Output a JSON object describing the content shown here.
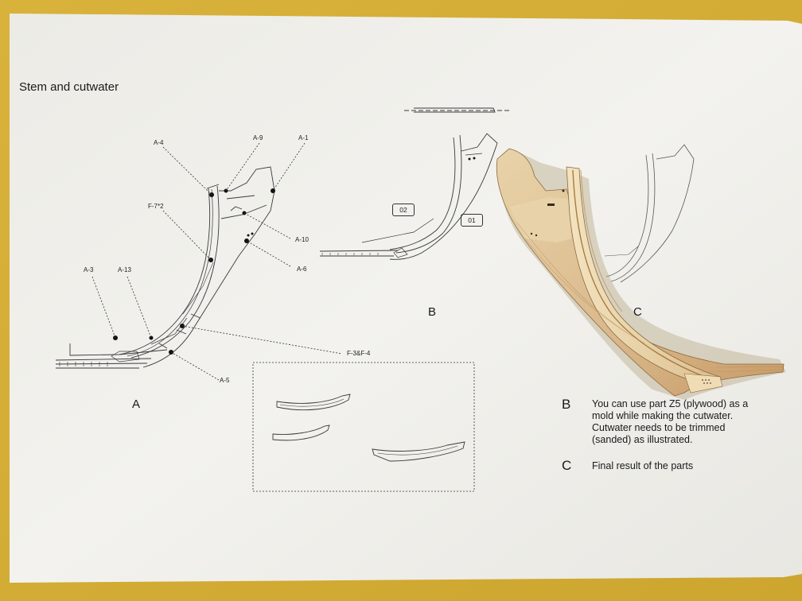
{
  "title": "Stem and cutwater",
  "figures": {
    "a": "A",
    "b": "B",
    "c": "C"
  },
  "part_labels": {
    "a4": "A-4",
    "a9": "A-9",
    "a1": "A-1",
    "f72": "F-7*2",
    "a10": "A-10",
    "a6": "A-6",
    "a3": "A-3",
    "a13": "A-13",
    "f3f4": "F-3&F-4",
    "a5": "A-5"
  },
  "step_tags": {
    "t02": "02",
    "t01": "01"
  },
  "notes": {
    "b_letter": "B",
    "b_text": "You can use part Z5 (plywood) as a mold while making the cutwater. Cutwater needs to be trimmed (sanded) as illustrated.",
    "c_letter": "C",
    "c_text": "Final result of the parts"
  },
  "colors": {
    "table": "#d9b43a",
    "paper": "#f1f0ec",
    "wood_light": "#e6cfa4",
    "wood_dark": "#c99a62"
  }
}
